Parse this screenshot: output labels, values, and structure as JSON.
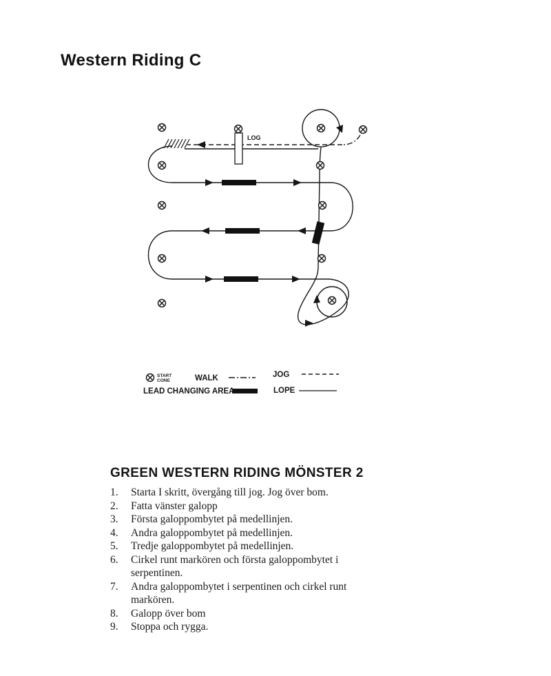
{
  "page": {
    "title": "Western Riding C"
  },
  "diagram": {
    "log_label": "LOG",
    "legend": {
      "start_cone_line1": "START",
      "start_cone_line2": "CONE",
      "walk_label": "WALK",
      "jog_label": "JOG",
      "lead_changing_area_label": "LEAD CHANGING AREA",
      "lope_label": "LOPE"
    }
  },
  "instructions": {
    "heading": "GREEN WESTERN RIDING MÖNSTER 2",
    "steps": [
      {
        "num": "1.",
        "text": "Starta I skritt, övergång till jog. Jog över bom."
      },
      {
        "num": "2.",
        "text": "Fatta vänster galopp"
      },
      {
        "num": "3.",
        "text": "Första galoppombytet på medellinjen."
      },
      {
        "num": "4.",
        "text": "Andra galoppombytet på medellinjen."
      },
      {
        "num": "5.",
        "text": "Tredje galoppombytet på medellinjen."
      },
      {
        "num": "6.",
        "text": "Cirkel runt markören och första galoppombytet i serpentinen."
      },
      {
        "num": "7.",
        "text": "Andra galoppombytet i serpentinen och cirkel runt markören."
      },
      {
        "num": "8.",
        "text": "Galopp över bom"
      },
      {
        "num": "9.",
        "text": "Stoppa och rygga."
      }
    ]
  }
}
